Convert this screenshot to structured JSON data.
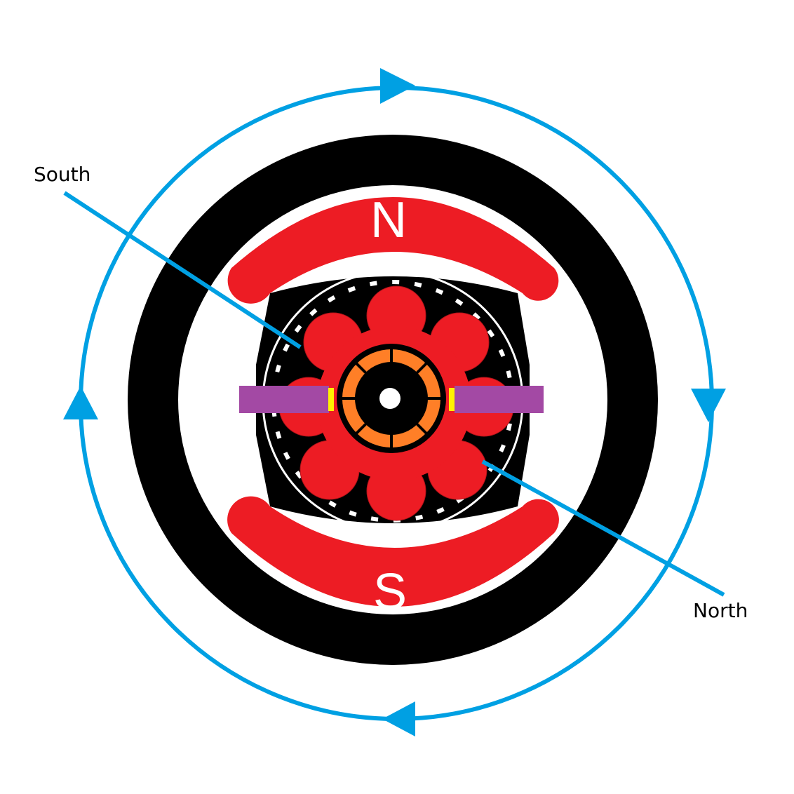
{
  "diagram": {
    "top_pole_letter": "N",
    "bottom_pole_letter": "S",
    "callout_upper_left": "South",
    "callout_lower_right": "North"
  },
  "colors": {
    "field_line": "#00a0e3",
    "magnet": "#ed1c24",
    "yoke": "#000000",
    "brush": "#a349a4",
    "commutator": "#ff7f27",
    "brush_contact": "#fff200",
    "background": "#ffffff"
  }
}
